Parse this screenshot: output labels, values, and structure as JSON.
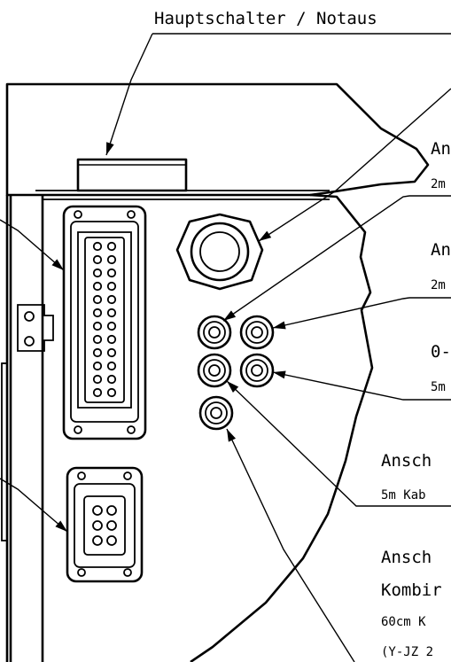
{
  "labels": {
    "main_switch": "Hauptschalter / Notaus",
    "conn1_title": "An",
    "conn1_sub": "2m",
    "conn2_title": "An",
    "conn2_sub": "2m",
    "conn3_title": "0-",
    "conn3_sub": "5m",
    "conn4_title": "Ansch",
    "conn4_sub": "5m Kab",
    "conn5_title": "Ansch",
    "conn5_line2": "Kombir",
    "conn5_line3": "60cm K",
    "conn5_line4": "(Y-JZ 2"
  },
  "colors": {
    "ink": "#000000",
    "paper": "#ffffff"
  }
}
